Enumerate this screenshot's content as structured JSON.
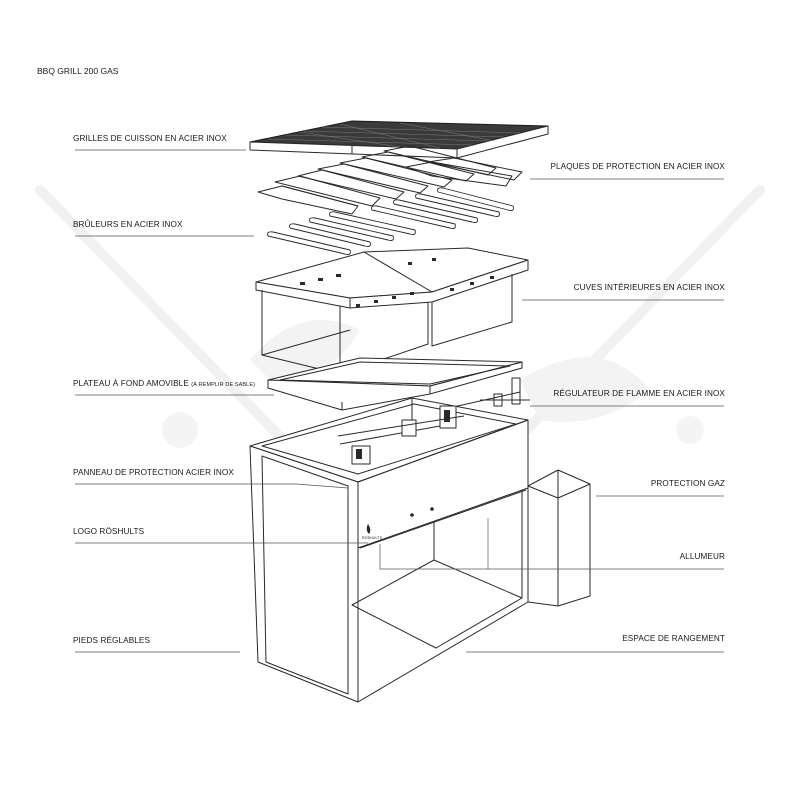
{
  "title": "BBQ GRILL 200 GAS",
  "labels": {
    "grilles": "GRILLES DE CUISSON EN ACIER INOX",
    "bruleurs": "BRÛLEURS EN ACIER INOX",
    "plateau": "PLATEAU À FOND AMOVIBLE",
    "plateau_note": "(À REMPLIR DE SABLE)",
    "panneau": "PANNEAU DE PROTECTION ACIER INOX",
    "logo": "LOGO RÖSHULTS",
    "pieds": "PIEDS RÉGLABLES",
    "plaques": "PLAQUES DE PROTECTION EN ACIER INOX",
    "cuves": "CUVES INTÉRIEURES EN ACIER INOX",
    "regulateur": "RÉGULATEUR DE FLAMME EN ACIER INOX",
    "protection_gaz": "PROTECTION GAZ",
    "allumeur": "ALLUMEUR",
    "espace": "ESPACE DE RANGEMENT"
  },
  "logo_text": "RÖSHULTS",
  "colors": {
    "line": "#2a2a2a",
    "leader": "#555555",
    "watermark": "#f1f1f1",
    "grill": "#3a3a3a"
  }
}
